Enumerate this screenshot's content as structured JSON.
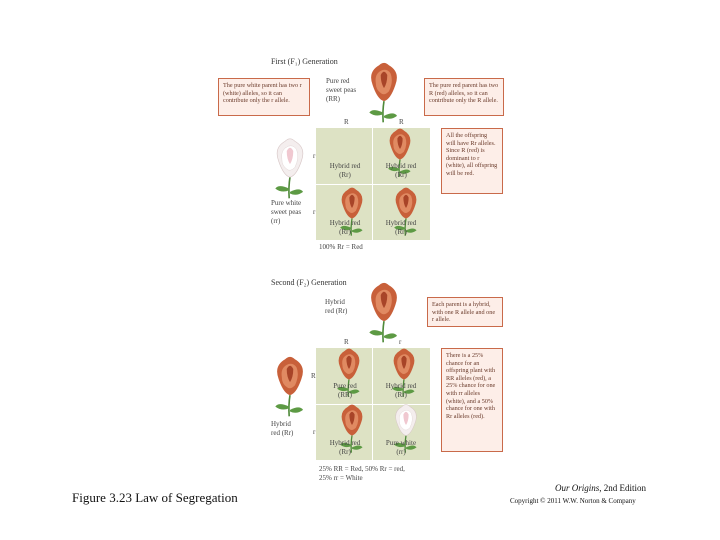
{
  "first_generation": {
    "title": "First (F₁) Generation",
    "parent_red_label": [
      "Pure red",
      "sweet peas",
      "(RR)"
    ],
    "parent_white_label": [
      "Pure white",
      "sweet peas",
      "(rr)"
    ],
    "callout_white": "The pure white parent has two r (white) alleles, so it can contribute only the r allele.",
    "callout_red": "The pure red parent has two R (red) alleles, so it can contribute only the R allele.",
    "callout_offspring": "All the offspring will have Rr alleles. Since R (red) is dominant to r (white), all offspring will be red.",
    "col_alleles": [
      "R",
      "R"
    ],
    "row_alleles": [
      "r",
      "r"
    ],
    "cells": [
      [
        "Hybrid red",
        "(Rr)"
      ],
      [
        "Hybrid red",
        "(Rr)"
      ],
      [
        "Hybrid red",
        "(Rr)"
      ],
      [
        "Hybrid red",
        "(Rr)"
      ]
    ],
    "result": "100% Rr = Red"
  },
  "second_generation": {
    "title": "Second (F₂) Generation",
    "parent_top_label": [
      "Hybrid",
      "red (Rr)"
    ],
    "parent_side_label": [
      "Hybrid",
      "red (Rr)"
    ],
    "callout_parent": "Each parent is a hybrid, with one R allele and one r allele.",
    "callout_chance": "There is a 25% chance for an offspring plant with RR alleles (red), a 25% chance for one with rr alleles (white), and a 50% chance for one with Rr alleles (red).",
    "col_alleles": [
      "R",
      "r"
    ],
    "row_alleles": [
      "R",
      "r"
    ],
    "cells": [
      [
        "Pure red",
        "(RR)"
      ],
      [
        "Hybrid red",
        "(Rr)"
      ],
      [
        "Hybrid red",
        "(Rr)"
      ],
      [
        "Pure white",
        "(rr)"
      ]
    ],
    "result": [
      "25% RR = Red, 50% Rr = red,",
      "25% rr = White"
    ]
  },
  "caption": "Figure 3.23 Law of Segregation",
  "credit": {
    "book": "Our Origins",
    "edition": ", 2nd Edition",
    "copyright": "Copyright © 2011 W.W. Norton & Company"
  },
  "colors": {
    "grid": "#dde2c4",
    "callout_bg": "#fdeee8",
    "callout_border": "#c96a4a",
    "red_flower": "#c8603a",
    "leaf": "#4f8a3a"
  }
}
